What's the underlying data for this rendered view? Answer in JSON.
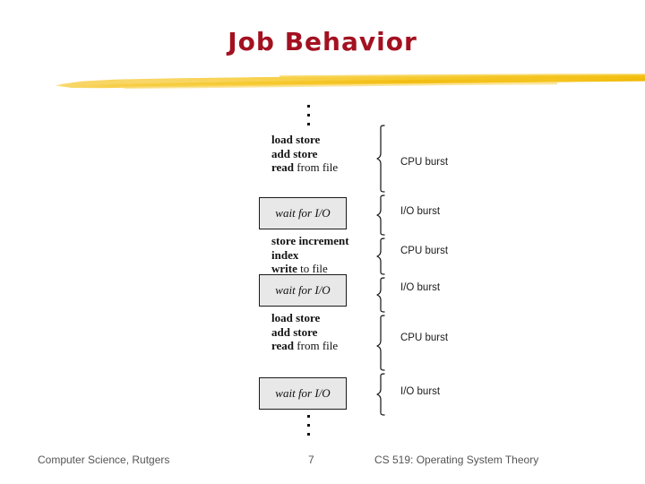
{
  "slide": {
    "title": "Job Behavior",
    "accent_title_color": "#A31121",
    "accent_rule_color": "#F5C220",
    "background_color": "#FFFFFF"
  },
  "diagram": {
    "top_ellipsis": "vertical-ellipsis",
    "bottom_ellipsis": "vertical-ellipsis",
    "io_box_fill": "#E8E8E8",
    "io_box_border": "#1A1A1A",
    "segments": [
      {
        "kind": "cpu",
        "lines": [
          {
            "bold": "load store",
            "plain": ""
          },
          {
            "bold": "add store",
            "plain": ""
          },
          {
            "bold": "read",
            "plain": " from file"
          }
        ],
        "burst_label": "CPU burst"
      },
      {
        "kind": "io",
        "box_label": "wait for I/O",
        "burst_label": "I/O burst"
      },
      {
        "kind": "cpu",
        "lines": [
          {
            "bold": "store increment",
            "plain": ""
          },
          {
            "bold": "index",
            "plain": ""
          },
          {
            "bold": "write",
            "plain": " to file"
          }
        ],
        "burst_label": "CPU burst"
      },
      {
        "kind": "io",
        "box_label": "wait for I/O",
        "burst_label": "I/O burst"
      },
      {
        "kind": "cpu",
        "lines": [
          {
            "bold": "load store",
            "plain": ""
          },
          {
            "bold": "add store",
            "plain": ""
          },
          {
            "bold": "read",
            "plain": " from file"
          }
        ],
        "burst_label": "CPU burst"
      },
      {
        "kind": "io",
        "box_label": "wait for I/O",
        "burst_label": "I/O burst"
      }
    ]
  },
  "footer": {
    "left": "Computer Science, Rutgers",
    "page_number": "7",
    "right": "CS 519: Operating System Theory"
  }
}
